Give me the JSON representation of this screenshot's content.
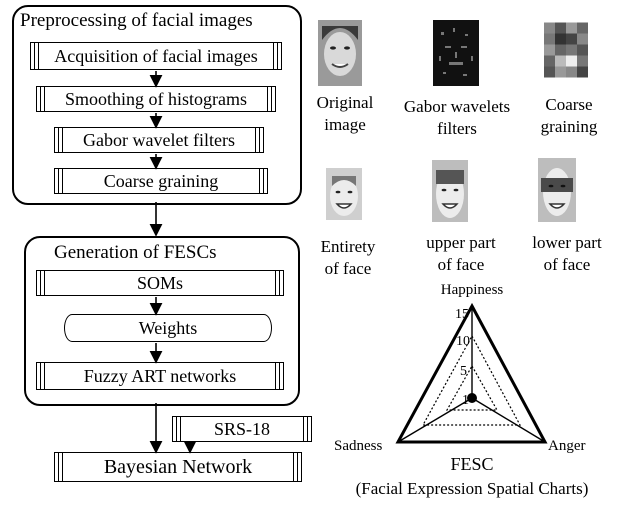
{
  "preprocessing": {
    "title": "Preprocessing of facial images",
    "steps": [
      "Acquisition of facial images",
      "Smoothing of histograms",
      "Gabor wavelet filters",
      "Coarse graining"
    ]
  },
  "generation": {
    "title": "Generation of  FESCs",
    "steps": [
      "SOMs",
      "Weights",
      "Fuzzy ART networks"
    ]
  },
  "srs": "SRS-18",
  "bayesian": "Bayesian Network",
  "images_row1": [
    {
      "caption_lines": [
        "Original",
        "image"
      ]
    },
    {
      "caption_lines": [
        "Gabor wavelets",
        "filters"
      ]
    },
    {
      "caption_lines": [
        "Coarse",
        "graining"
      ]
    }
  ],
  "images_row2": [
    {
      "caption_lines": [
        "Entirety",
        "of face"
      ]
    },
    {
      "caption_lines": [
        "upper part",
        "of face"
      ]
    },
    {
      "caption_lines": [
        "lower part",
        "of face"
      ]
    }
  ],
  "fesc": {
    "axes": [
      "Happiness",
      "Anger",
      "Sadness"
    ],
    "ticks": [
      "15",
      "10",
      "5",
      "1"
    ],
    "title": "FESC",
    "subtitle": "(Facial Expression Spatial Charts)"
  }
}
